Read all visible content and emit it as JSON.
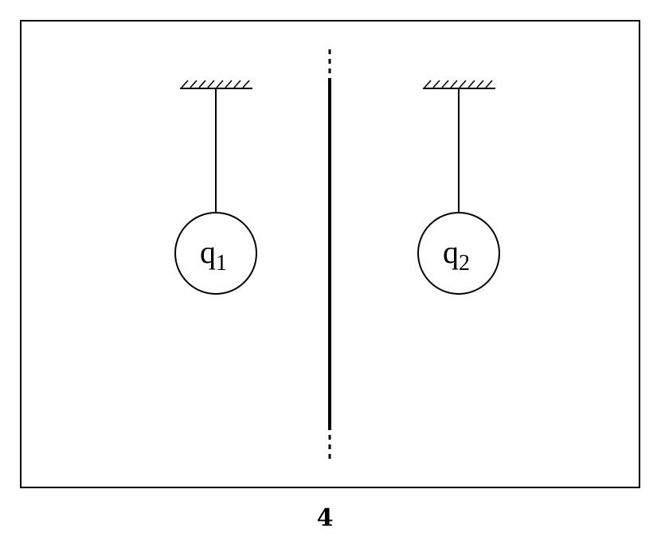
{
  "figure_number": "4",
  "charges": [
    {
      "base": "q",
      "subscript": "1"
    },
    {
      "base": "q",
      "subscript": "2"
    }
  ],
  "colors": {
    "ink": "#000000",
    "background": "#ffffff"
  }
}
